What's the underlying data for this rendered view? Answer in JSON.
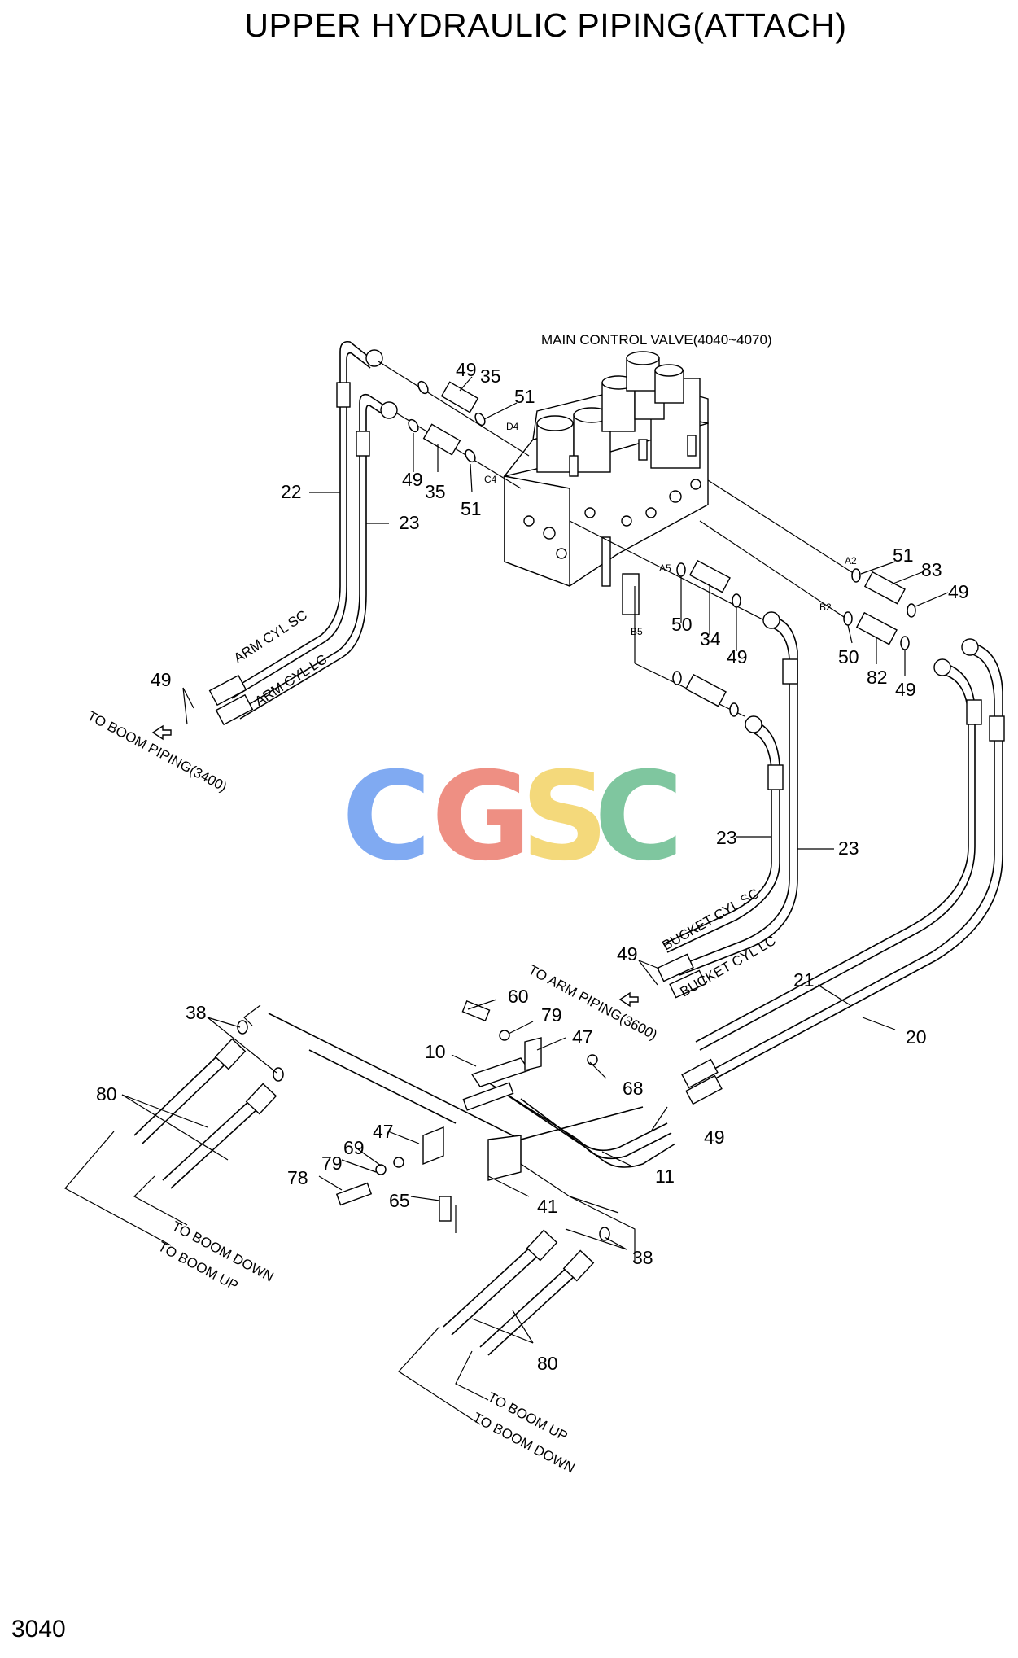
{
  "title": "UPPER HYDRAULIC PIPING(ATTACH)",
  "page_number": "3040",
  "watermark": {
    "letters": [
      "C",
      "G",
      "S",
      "C"
    ],
    "colors": [
      "#7aa6f2",
      "#ee8a7d",
      "#f4d774",
      "#79c49a"
    ]
  },
  "valve_label": "MAIN CONTROL VALVE(4040~4070)",
  "port_labels": [
    "D4",
    "C4",
    "A5",
    "B5",
    "A2",
    "B2"
  ],
  "callouts": {
    "n49": "49",
    "n35": "35",
    "n51": "51",
    "n22": "22",
    "n23": "23",
    "n50": "50",
    "n34": "34",
    "n83": "83",
    "n82": "82",
    "n21": "21",
    "n20": "20",
    "n38": "38",
    "n80": "80",
    "n60": "60",
    "n79": "79",
    "n47": "47",
    "n10": "10",
    "n68": "68",
    "n11": "11",
    "n69": "69",
    "n78": "78",
    "n65": "65",
    "n41": "41"
  },
  "hose_labels": {
    "arm_cyl_sc": "ARM CYL SC",
    "arm_cyl_lc": "ARM CYL LC",
    "bucket_cyl_sc": "BUCKET CYL SC",
    "bucket_cyl_lc": "BUCKET CYL LC"
  },
  "notes": {
    "to_boom_piping": "TO BOOM PIPING(3400)",
    "to_arm_piping": "TO ARM PIPING(3600)",
    "to_boom_down": "TO BOOM DOWN",
    "to_boom_up": "TO BOOM UP"
  }
}
